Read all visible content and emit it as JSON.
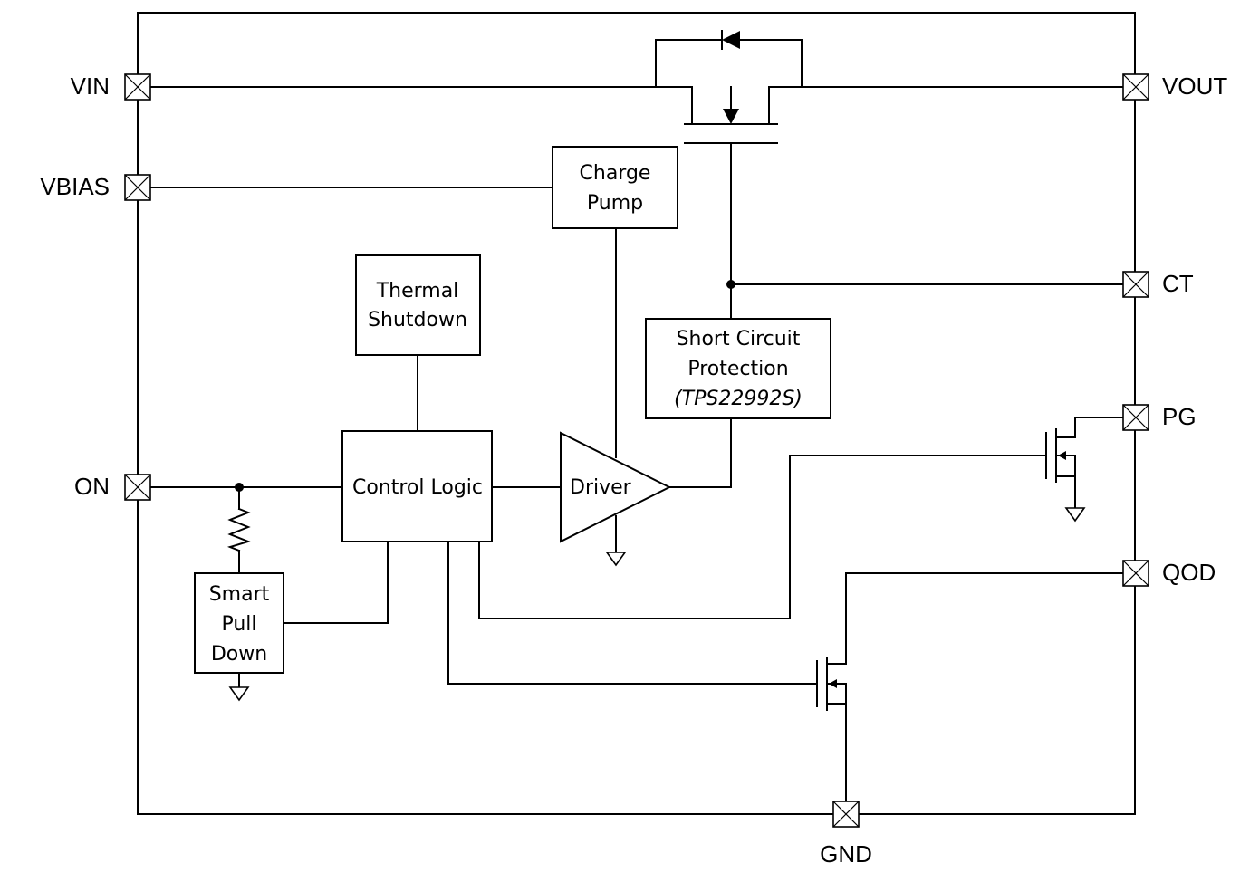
{
  "pins": {
    "vin": "VIN",
    "vbias": "VBIAS",
    "on": "ON",
    "vout": "VOUT",
    "ct": "CT",
    "pg": "PG",
    "qod": "QOD",
    "gnd": "GND"
  },
  "blocks": {
    "charge_pump": [
      "Charge",
      "Pump"
    ],
    "thermal_shutdown": [
      "Thermal",
      "Shutdown"
    ],
    "short_circuit": [
      "Short Circuit",
      "Protection",
      "(TPS22992S)"
    ],
    "control_logic": "Control Logic",
    "driver": "Driver",
    "smart_pull_down": [
      "Smart",
      "Pull",
      "Down"
    ]
  }
}
